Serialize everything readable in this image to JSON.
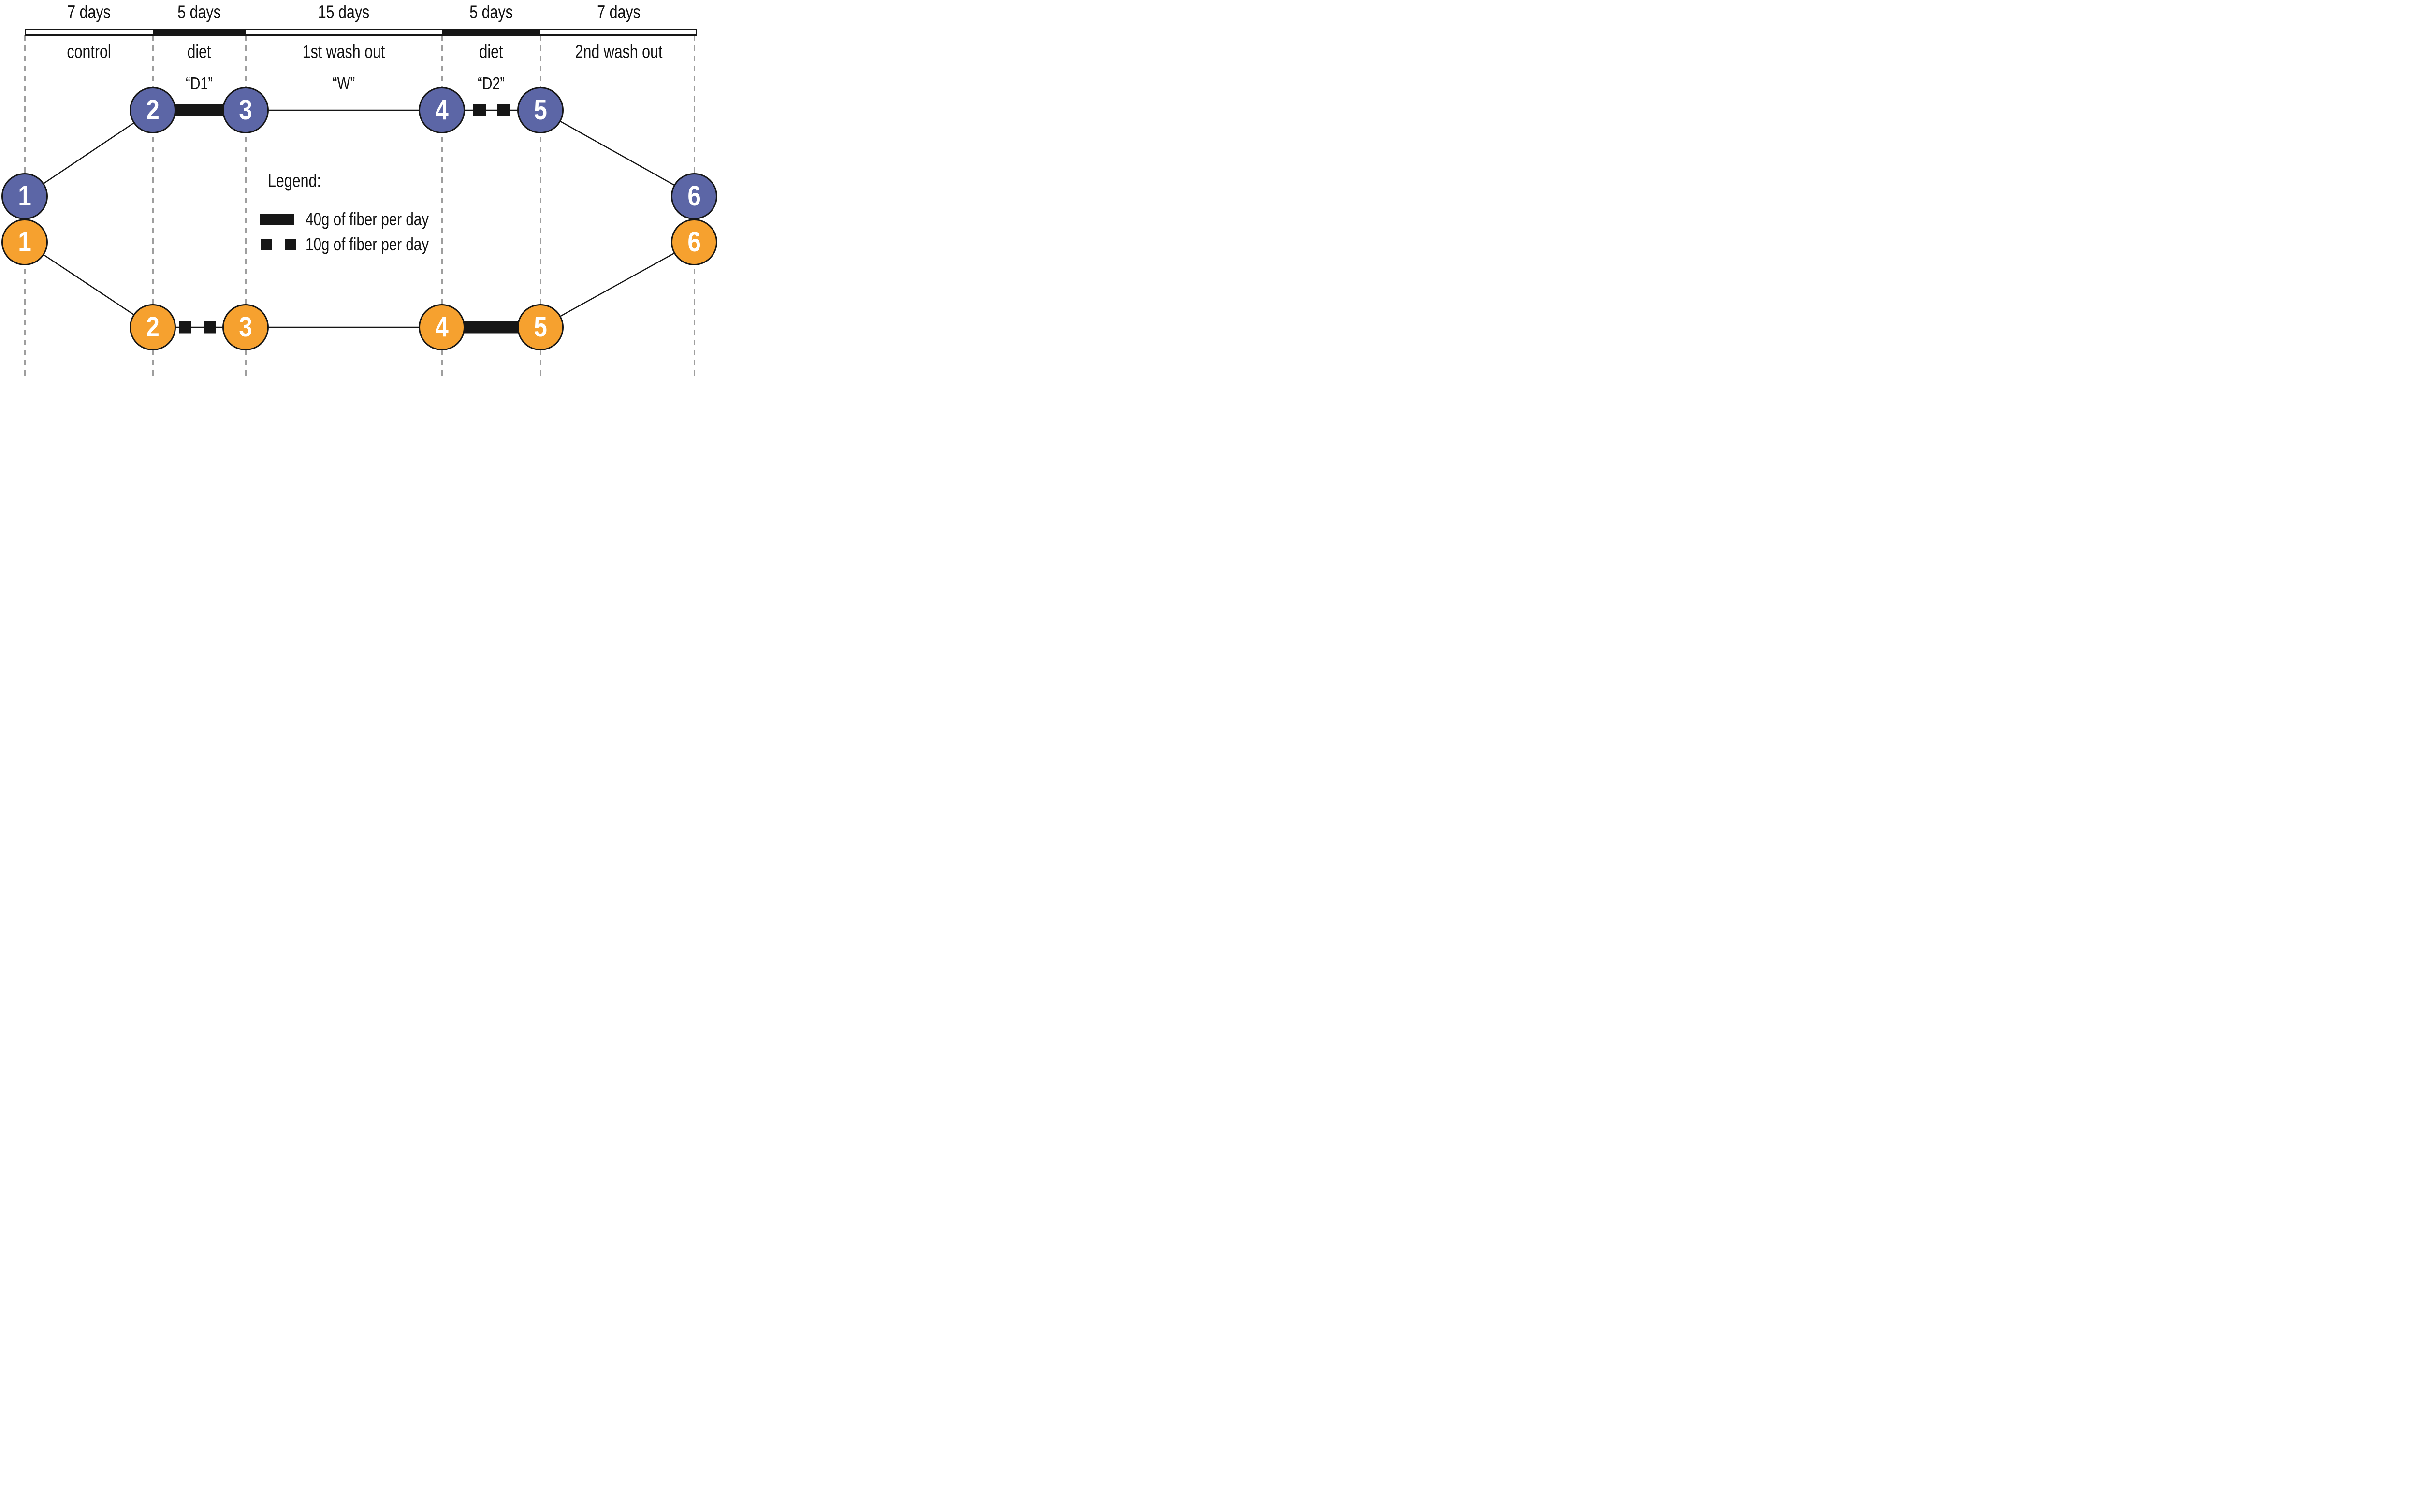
{
  "figure_type": "crossover-diet-study-design",
  "colors": {
    "arm_top": "#5c66a6",
    "arm_bottom": "#f6a12f",
    "black": "#161616",
    "dashed_guide": "#9e9e9e",
    "node_number_text": "#ffffff"
  },
  "timeline": {
    "phases": [
      {
        "duration": "7 days",
        "name": "control",
        "fill": "white"
      },
      {
        "duration": "5 days",
        "name": "diet",
        "fill": "black",
        "code": "“D1”"
      },
      {
        "duration": "15 days",
        "name": "1st wash out",
        "fill": "white",
        "code": "“W”"
      },
      {
        "duration": "5 days",
        "name": "diet",
        "fill": "black",
        "code": "“D2”"
      },
      {
        "duration": "7 days",
        "name": "2nd wash out",
        "fill": "white"
      }
    ]
  },
  "arms": {
    "top": {
      "color_name": "blue",
      "nodes": [
        "1",
        "2",
        "3",
        "4",
        "5",
        "6"
      ],
      "segments": [
        "40g of fiber per day between 2-3",
        "wash out between 3-4",
        "10g of fiber per day between 4-5"
      ]
    },
    "bottom": {
      "color_name": "orange",
      "nodes": [
        "1",
        "2",
        "3",
        "4",
        "5",
        "6"
      ],
      "segments": [
        "10g of fiber per day between 2-3",
        "wash out between 3-4",
        "40g of fiber per day between 4-5"
      ]
    }
  },
  "legend": {
    "title": "Legend:",
    "items": [
      {
        "symbol": "solid-black-bar",
        "label": "40g of fiber per day"
      },
      {
        "symbol": "two-black-squares",
        "label": "10g of fiber per day"
      }
    ]
  }
}
